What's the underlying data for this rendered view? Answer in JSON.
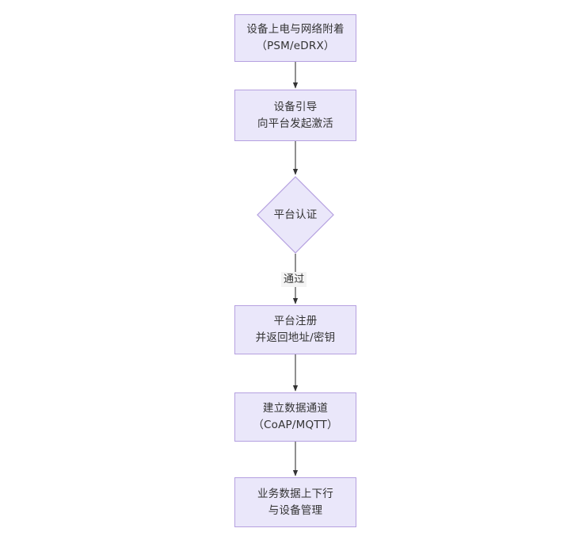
{
  "diagram": {
    "type": "flowchart",
    "orientation": "top-to-bottom",
    "title": "",
    "background_color": "#ffffff",
    "node_fill_color": "#eae7fa",
    "node_border_color": "#b5a0e0",
    "node_text_color": "#333333",
    "edge_color": "#333333",
    "nodes": [
      {
        "id": "n1",
        "shape": "rectangle",
        "lines": [
          "设备上电与网络附着",
          "（PSM/eDRX）"
        ]
      },
      {
        "id": "n2",
        "shape": "rectangle",
        "lines": [
          "设备引导",
          "向平台发起激活"
        ]
      },
      {
        "id": "n3",
        "shape": "diamond",
        "lines": [
          "平台认证"
        ]
      },
      {
        "id": "n4",
        "shape": "rectangle",
        "lines": [
          "平台注册",
          "并返回地址/密钥"
        ]
      },
      {
        "id": "n5",
        "shape": "rectangle",
        "lines": [
          "建立数据通道",
          "（CoAP/MQTT）"
        ]
      },
      {
        "id": "n6",
        "shape": "rectangle",
        "lines": [
          "业务数据上下行",
          "与设备管理"
        ]
      }
    ],
    "edges": [
      {
        "id": "e1",
        "from": "n1",
        "to": "n2",
        "label": ""
      },
      {
        "id": "e2",
        "from": "n2",
        "to": "n3",
        "label": ""
      },
      {
        "id": "e3",
        "from": "n3",
        "to": "n4",
        "label": "通过"
      },
      {
        "id": "e4",
        "from": "n4",
        "to": "n5",
        "label": ""
      },
      {
        "id": "e5",
        "from": "n5",
        "to": "n6",
        "label": ""
      }
    ]
  }
}
